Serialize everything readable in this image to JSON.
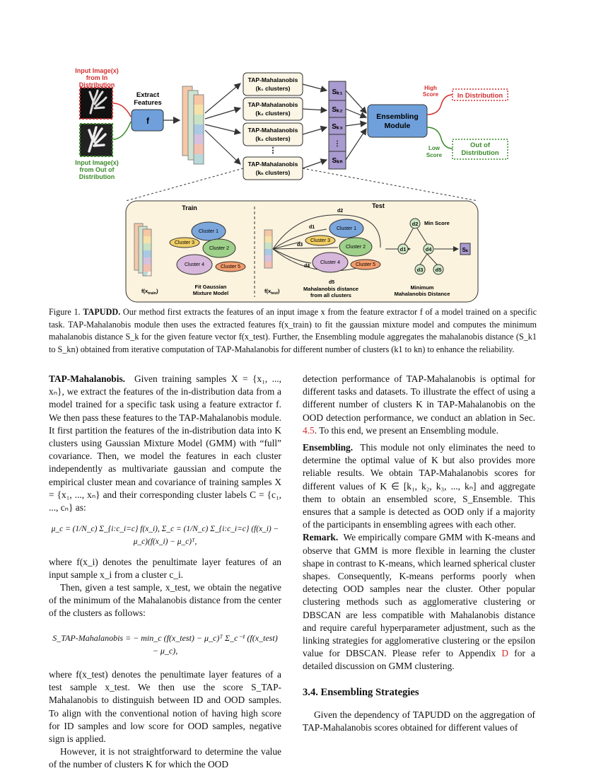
{
  "figure": {
    "input_in": [
      "Input Image(x)",
      "from In",
      "Distribution"
    ],
    "input_out": [
      "Input Image(x)",
      "from Out of",
      "Distribution"
    ],
    "extract": [
      "Extract",
      "Features"
    ],
    "f_label": "f",
    "tap_title": "TAP-Mahalanobis",
    "tap_subs": [
      "(k₁ clusters)",
      "(k₂ clusters)",
      "(k₃ clusters)",
      "(kₙ clusters)"
    ],
    "scores": [
      "Sₖ₁",
      "Sₖ₂",
      "Sₖ₃",
      "⋮",
      "Sₖₙ"
    ],
    "ensembling": [
      "Ensembling",
      "Module"
    ],
    "high_score": [
      "High",
      "Score"
    ],
    "low_score": [
      "Low",
      "Score"
    ],
    "in_dist": "In Distribution",
    "out_dist": [
      "Out of",
      "Distribution"
    ],
    "train_label": "Train",
    "test_label": "Test",
    "clusters": [
      "Cluster 1",
      "Cluster 2",
      "Cluster 3",
      "Cluster 4",
      "Cluster 5"
    ],
    "f_train": "f(x",
    "f_train_sub": "train",
    "f_test": "f(x",
    "f_test_sub": "test",
    "fit_gmm": [
      "Fit Gaussian",
      "Mixture Model"
    ],
    "maha_all": [
      "Mahalanobis distance",
      "from all clusters"
    ],
    "min_maha": [
      "Minimum",
      "Mahalanobis Distance"
    ],
    "min_score": "Min Score",
    "dists": [
      "d1",
      "d2",
      "d3",
      "d4",
      "d5"
    ],
    "sk": "Sₖ",
    "colors": {
      "in_red": "#d32f2f",
      "out_green": "#3a8a2a",
      "box_fill": "#fbf6e6",
      "score_purple": "#a99bd0",
      "ensemble_blue": "#6fa0dc",
      "panel_fill": "#fbf3de",
      "c1": "#7ba7dd",
      "c2": "#9ed08a",
      "c3": "#f2cf66",
      "c4": "#d7b8dc",
      "c5": "#f39c6c"
    }
  },
  "caption": {
    "fig_no": "Figure 1.",
    "bold": "TAPUDD.",
    "text": " Our method first extracts the features of an input image x from the feature extractor f of a model trained on a specific task. TAP-Mahalanobis module then uses the extracted features f(x_train) to fit the gaussian mixture model and computes the minimum mahalanobis distance S_k for the given feature vector f(x_test). Further, the Ensembling module aggregates the mahalanobis distance (S_k1 to S_kn) obtained from iterative computation of TAP-Mahalanobis for different number of clusters (k1 to kn) to enhance the reliability."
  },
  "left_col": {
    "h1": "TAP-Mahalanobis.",
    "p1": "Given training samples X = {x₁, ..., xₙ}, we extract the features of the in-distribution data from a model trained for a specific task using a feature extractor f. We then pass these features to the TAP-Mahalanobis module. It first partition the features of the in-distribution data into K clusters using Gaussian Mixture Model (GMM) with “full” covariance. Then, we model the features in each cluster independently as multivariate gaussian and compute the empirical cluster mean and covariance of training samples X = {x₁, ..., xₙ} and their corresponding cluster labels C = {c₁, ..., cₙ} as:",
    "eq1": "μ_c = (1/N_c) Σ_{i:c_i=c} f(x_i),  Σ_c = (1/N_c) Σ_{i:c_i=c} (f(x_i) − μ_c)(f(x_i) − μ_c)ᵀ,",
    "p2": "where f(x_i) denotes the penultimate layer features of an input sample x_i from a cluster c_i.",
    "p3": "Then, given a test sample, x_test, we obtain the negative of the minimum of the Mahalanobis distance from the center of the clusters as follows:",
    "eq2": "S_TAP-Mahalanobis = − min_c (f(x_test) − μ_c)ᵀ Σ_c⁻¹ (f(x_test) − μ_c),",
    "p4": "where f(x_test) denotes the penultimate layer features of a test sample x_test. We then use the score S_TAP-Mahalanobis to distinguish between ID and OOD samples. To align with the conventional notion of having high score for ID samples and low score for OOD samples, negative sign is applied.",
    "p5": "However, it is not straightforward to determine the value of the number of clusters K for which the OOD"
  },
  "right_col": {
    "p1a": "detection performance of TAP-Mahalanobis is optimal for different tasks and datasets. To illustrate the effect of using a different number of clusters K in TAP-Mahalanobis on the OOD detection performance, we conduct an ablation in Sec. ",
    "p1ref": "4.5",
    "p1b": ". To this end, we present an Ensembling module.",
    "h2": "Ensembling.",
    "p2": "This module not only eliminates the need to determine the optimal value of K but also provides more reliable results. We obtain TAP-Mahalanobis scores for different values of K ∈ [k₁, k₂, k₃, ..., kₙ] and aggregate them to obtain an ensembled score, S_Ensemble. This ensures that a sample is detected as OOD only if a majority of the participants in ensembling agrees with each other.",
    "h3": "Remark.",
    "p3a": "We empirically compare GMM with K-means and observe that GMM is more flexible in learning the cluster shape in contrast to K-means, which learned spherical cluster shapes. Consequently, K-means performs poorly when detecting OOD samples near the cluster. Other popular clustering methods such as agglomerative clustering or DBSCAN are less compatible with Mahalanobis distance and require careful hyperparameter adjustment, such as the linking strategies for agglomerative clustering or the epsilon value for DBSCAN. Please refer to Appendix ",
    "p3ref": "D",
    "p3b": " for a detailed discussion on GMM clustering.",
    "section": "3.4. Ensembling Strategies",
    "p4": "Given the dependency of TAPUDD on the aggregation of TAP-Mahalanobis scores obtained for different values of"
  }
}
